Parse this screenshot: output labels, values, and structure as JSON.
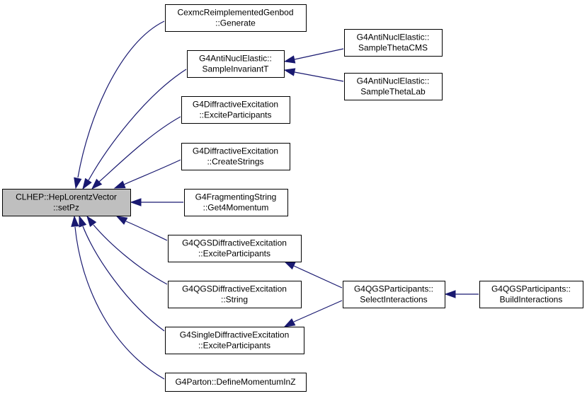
{
  "colors": {
    "edge": "#191970",
    "node_fill": "#ffffff",
    "root_fill": "#bfbfbf",
    "node_border": "#000000"
  },
  "nodes": [
    {
      "id": "root",
      "lines": [
        "CLHEP::HepLorentzVector",
        "::setPz"
      ],
      "highlight": true
    },
    {
      "id": "cexmc",
      "lines": [
        "CexmcReimplementedGenbod",
        "::Generate"
      ]
    },
    {
      "id": "anti_t",
      "lines": [
        "G4AntiNuclElastic::",
        "SampleInvariantT"
      ]
    },
    {
      "id": "anti_cms",
      "lines": [
        "G4AntiNuclElastic::",
        "SampleThetaCMS"
      ]
    },
    {
      "id": "anti_lab",
      "lines": [
        "G4AntiNuclElastic::",
        "SampleThetaLab"
      ]
    },
    {
      "id": "diff_ex",
      "lines": [
        "G4DiffractiveExcitation",
        "::ExciteParticipants"
      ]
    },
    {
      "id": "diff_cs",
      "lines": [
        "G4DiffractiveExcitation",
        "::CreateStrings"
      ]
    },
    {
      "id": "frag",
      "lines": [
        "G4FragmentingString",
        "::Get4Momentum"
      ]
    },
    {
      "id": "qgs_ex",
      "lines": [
        "G4QGSDiffractiveExcitation",
        "::ExciteParticipants"
      ]
    },
    {
      "id": "qgs_str",
      "lines": [
        "G4QGSDiffractiveExcitation",
        "::String"
      ]
    },
    {
      "id": "single",
      "lines": [
        "G4SingleDiffractiveExcitation",
        "::ExciteParticipants"
      ]
    },
    {
      "id": "parton",
      "lines": [
        "G4Parton::DefineMomentumInZ"
      ]
    },
    {
      "id": "qgsp_sel",
      "lines": [
        "G4QGSParticipants::",
        "SelectInteractions"
      ]
    },
    {
      "id": "qgsp_build",
      "lines": [
        "G4QGSParticipants::",
        "BuildInteractions"
      ]
    }
  ],
  "edges": [
    {
      "from": "cexmc",
      "to": "root"
    },
    {
      "from": "anti_t",
      "to": "root"
    },
    {
      "from": "anti_cms",
      "to": "anti_t"
    },
    {
      "from": "anti_lab",
      "to": "anti_t"
    },
    {
      "from": "diff_ex",
      "to": "root"
    },
    {
      "from": "diff_cs",
      "to": "root"
    },
    {
      "from": "frag",
      "to": "root"
    },
    {
      "from": "qgs_ex",
      "to": "root"
    },
    {
      "from": "qgs_str",
      "to": "root"
    },
    {
      "from": "single",
      "to": "root"
    },
    {
      "from": "parton",
      "to": "root"
    },
    {
      "from": "qgsp_sel",
      "to": "qgs_ex"
    },
    {
      "from": "qgsp_sel",
      "to": "single"
    },
    {
      "from": "qgsp_build",
      "to": "qgsp_sel"
    }
  ]
}
